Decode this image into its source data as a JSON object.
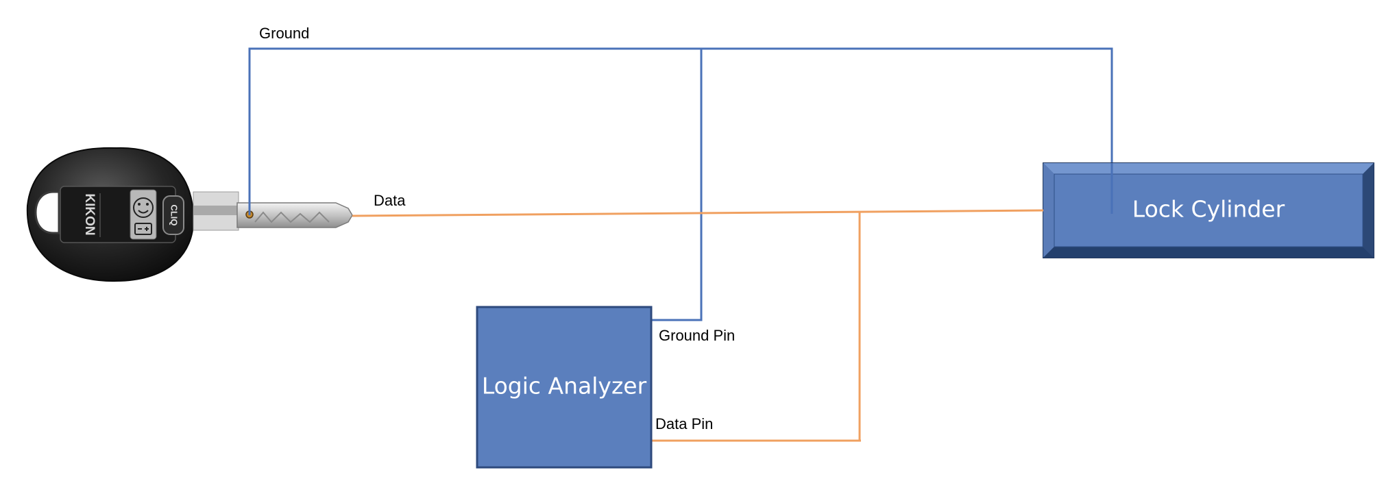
{
  "labels": {
    "ground": "Ground",
    "data": "Data",
    "ground_pin": "Ground Pin",
    "data_pin": "Data Pin"
  },
  "components": {
    "lock_cylinder": "Lock Cylinder",
    "logic_analyzer": "Logic Analyzer",
    "key_brand": "KIKON",
    "key_model": "CLIQ"
  },
  "colors": {
    "ground_wire": "#4a72b8",
    "data_wire": "#f0a060",
    "box_fill": "#5b7fbd",
    "box_border": "#2e4a7d",
    "key_body": "#1e1e1e"
  }
}
